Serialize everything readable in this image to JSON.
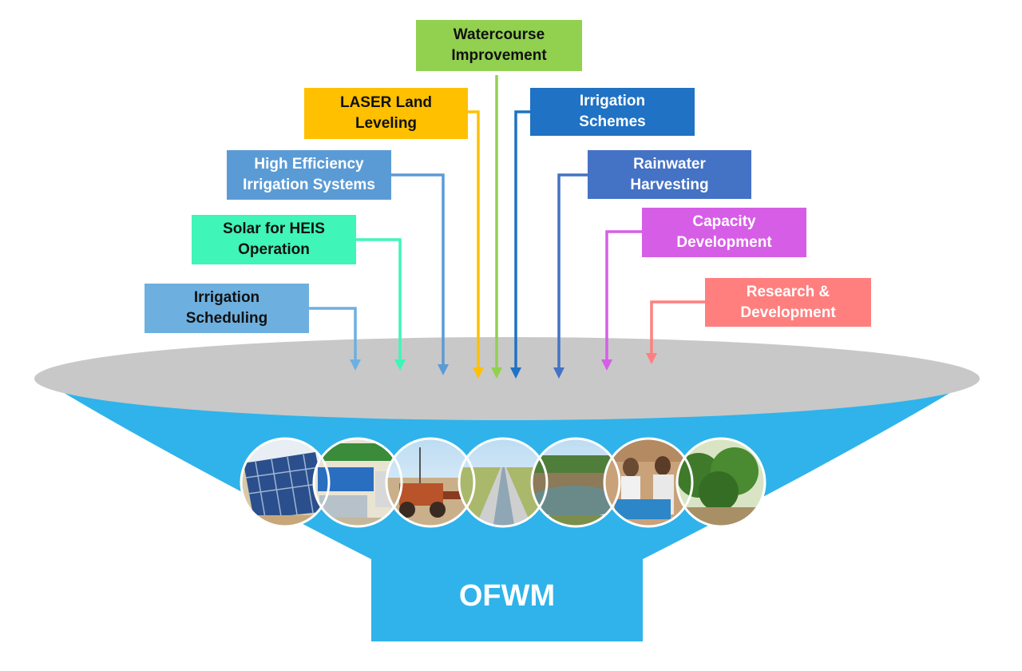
{
  "labels": {
    "watercourse": {
      "text": "Watercourse\nImprovement",
      "color": "#92d050"
    },
    "laser": {
      "text": "LASER Land\nLeveling",
      "color": "#ffc000"
    },
    "schemes": {
      "text": "Irrigation\nSchemes",
      "color": "#1f72c4"
    },
    "heis": {
      "text": "High Efficiency\nIrrigation Systems",
      "color": "#5b9bd5"
    },
    "rainwater": {
      "text": "Rainwater\nHarvesting",
      "color": "#4472c4"
    },
    "solar": {
      "text": "Solar for HEIS\nOperation",
      "color": "#3ff5b8"
    },
    "capacity": {
      "text": "Capacity\nDevelopment",
      "color": "#d65ee6"
    },
    "research": {
      "text": "Research &\nDevelopment",
      "color": "#ff7f7f"
    },
    "scheduling": {
      "text": "Irrigation\nScheduling",
      "color": "#6db0e0"
    }
  },
  "funnel": {
    "rim_color": "#c8c8c8",
    "body_color": "#2fb3ea",
    "title": "OFWM"
  },
  "photos": [
    {
      "name": "solar-panels-photo"
    },
    {
      "name": "drip-irrigation-station-photo"
    },
    {
      "name": "laser-leveling-equipment-photo"
    },
    {
      "name": "lined-watercourse-photo"
    },
    {
      "name": "water-pond-photo"
    },
    {
      "name": "farmers-at-pump-photo"
    },
    {
      "name": "orchard-trees-photo"
    }
  ]
}
